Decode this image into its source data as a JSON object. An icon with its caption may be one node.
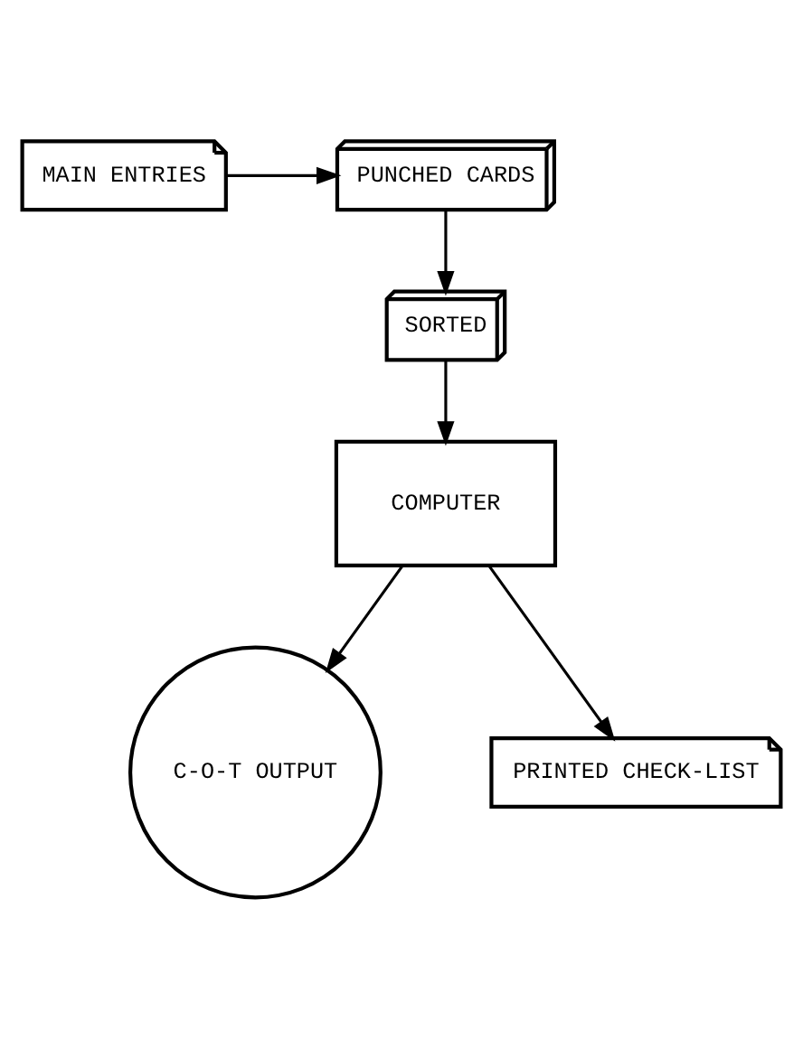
{
  "diagram": {
    "nodes": [
      {
        "text": [
          "MAIN ENTRIES"
        ]
      },
      {
        "text": [
          "PUNCHED CARDS"
        ]
      },
      {
        "text": [
          "SORTED"
        ]
      },
      {
        "text": [
          "COMPUTER"
        ]
      },
      {
        "text": [
          "C-O-T OUTPUT"
        ]
      },
      {
        "text": [
          "PRINTED CHECK-LIST"
        ]
      }
    ],
    "edges": [
      {
        "from": 0,
        "to": 1,
        "arrow": "to"
      },
      {
        "from": 1,
        "to": 2,
        "arrow": "to"
      },
      {
        "from": 2,
        "to": 3,
        "arrow": "to"
      },
      {
        "from": 3,
        "to": 4,
        "arrow": "to"
      },
      {
        "from": 3,
        "to": 5,
        "arrow": "to"
      }
    ]
  }
}
